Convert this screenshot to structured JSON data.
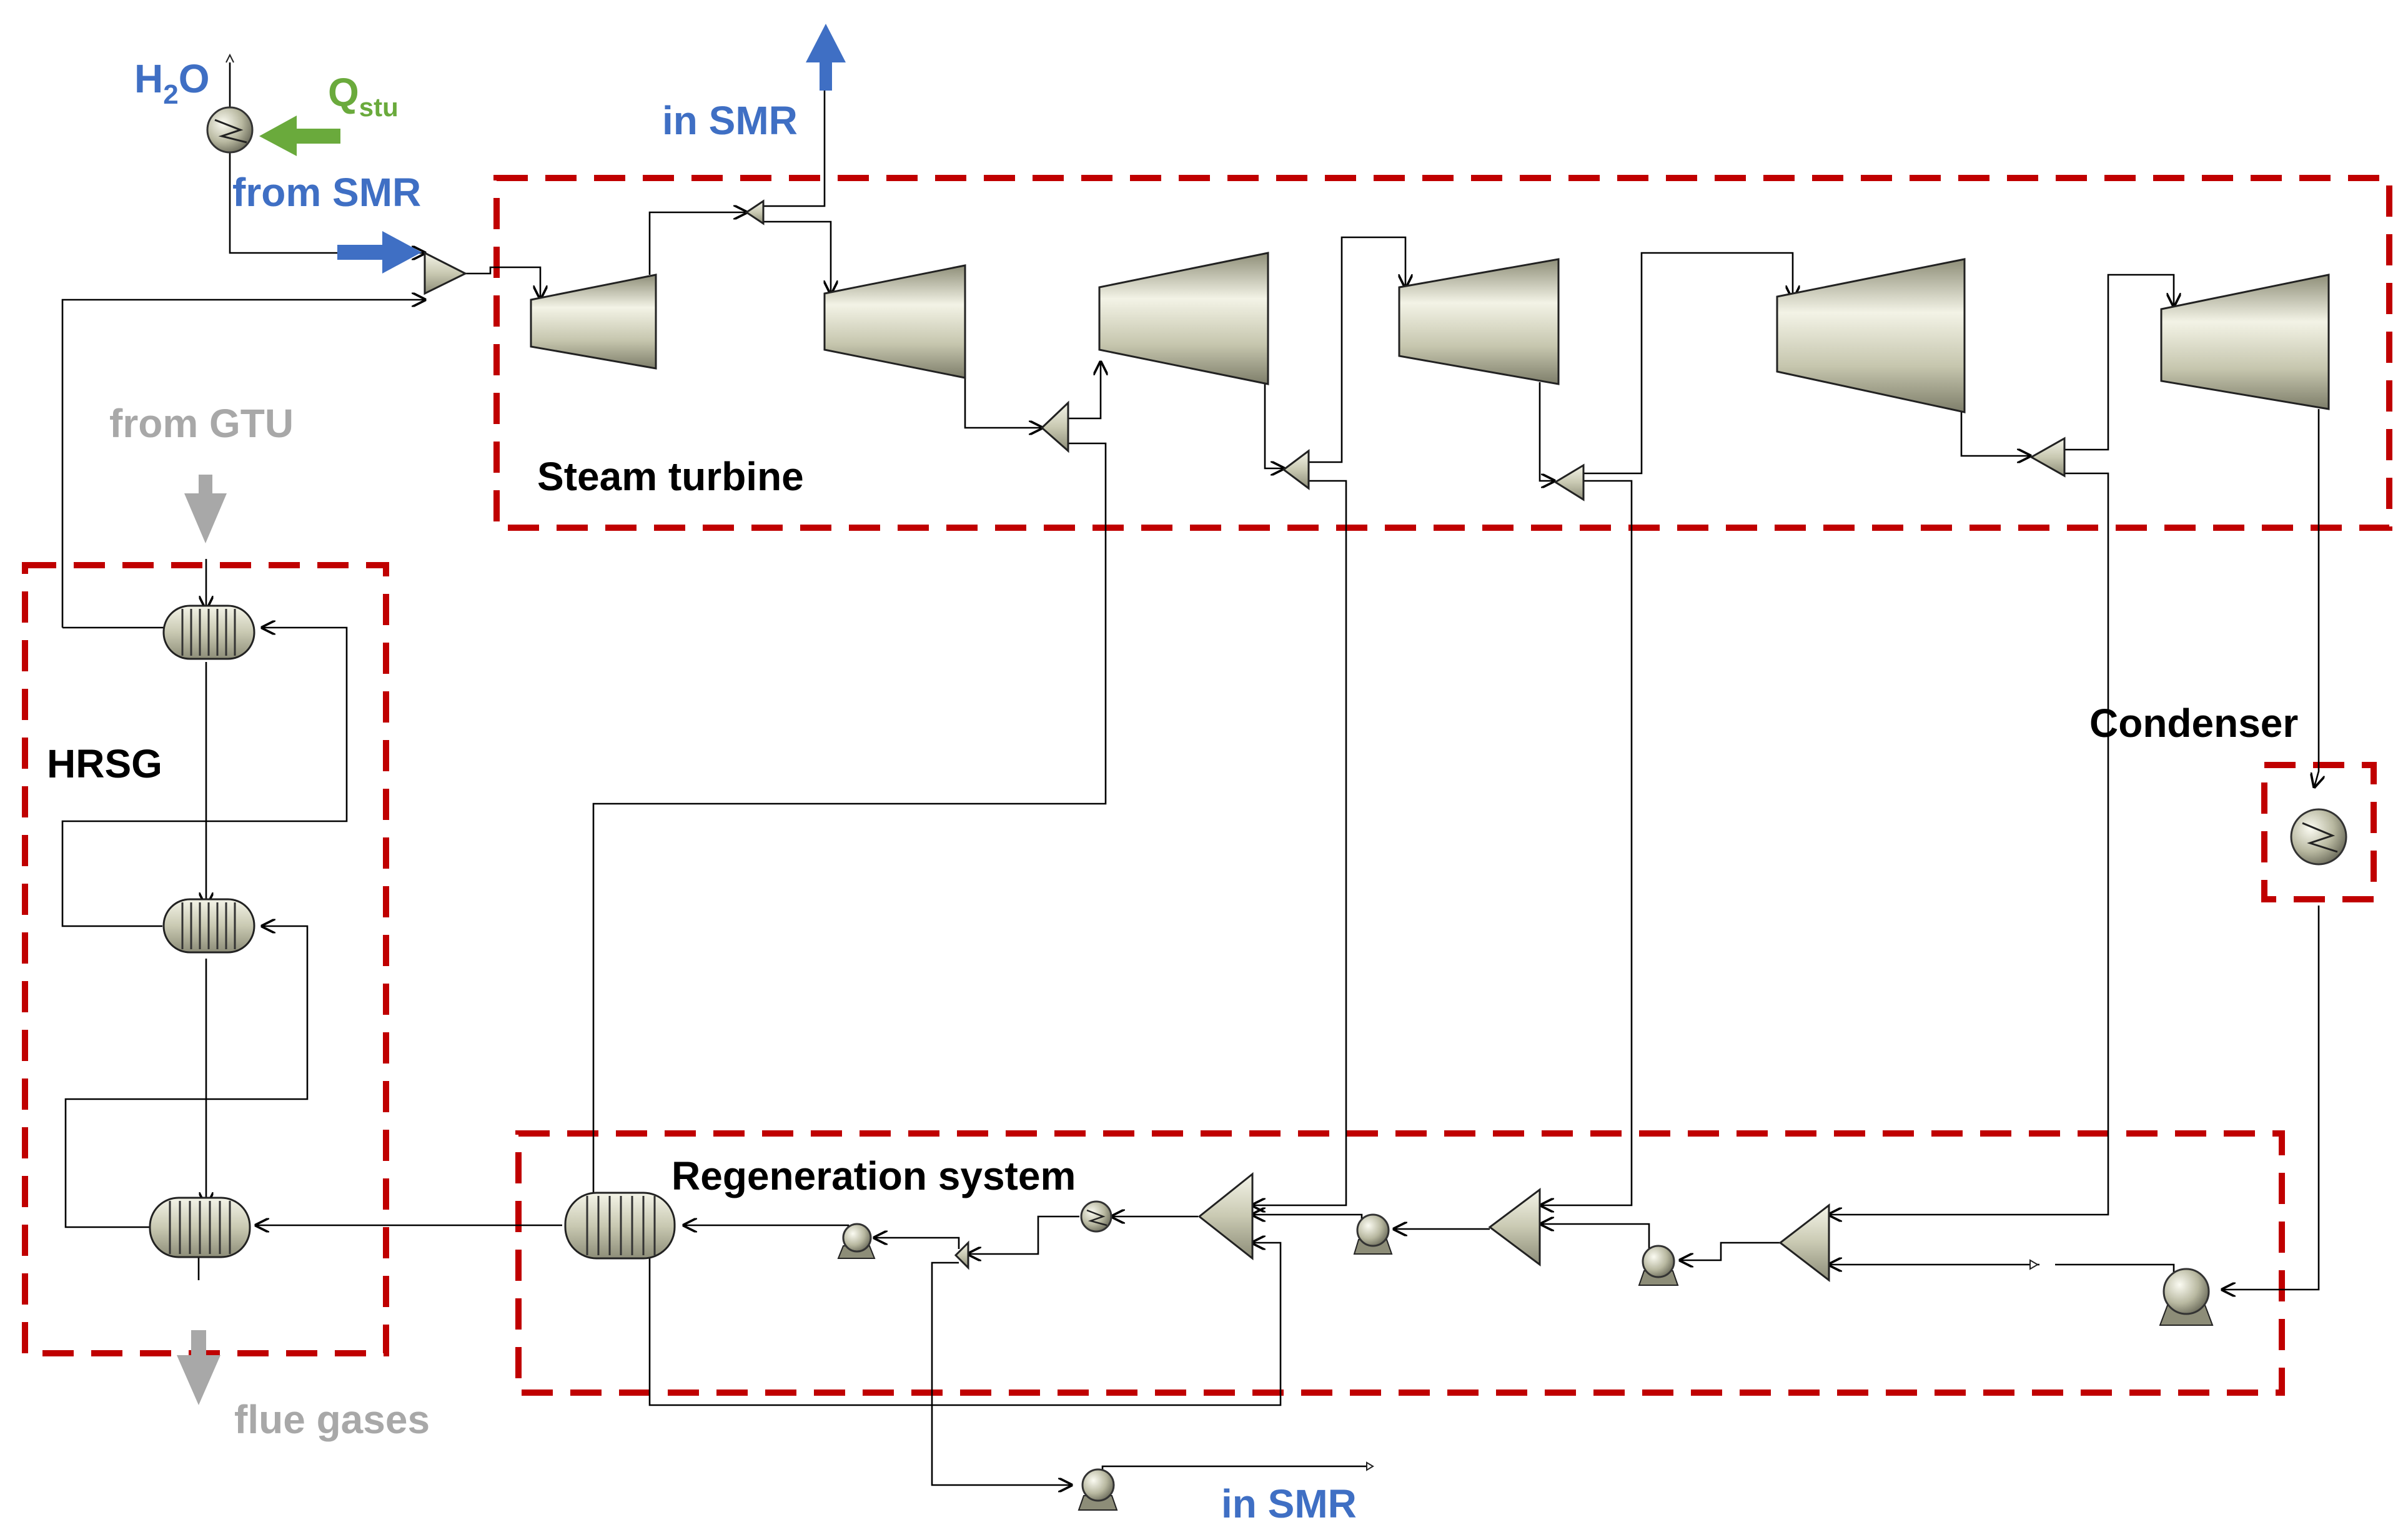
{
  "labels": {
    "h2o": "H",
    "h2o_sub": "2",
    "h2o_tail": "O",
    "q": "Q",
    "q_sub": "stu",
    "from_smr": "from SMR",
    "in_smr_top": "in SMR",
    "in_smr_bottom": "in SMR",
    "from_gtu": "from GTU",
    "flue_gases": "flue gases"
  },
  "zones": {
    "steam_turbine": "Steam turbine",
    "hrsg": "HRSG",
    "condenser": "Condenser",
    "regeneration": "Regeneration system"
  },
  "colors": {
    "zone_border": "#C00000",
    "smr_stream": "#3F6FC4",
    "heat_stream": "#6AAA3C",
    "gas_stream": "#A8A8A8",
    "equipment": "#D8D8C0"
  }
}
